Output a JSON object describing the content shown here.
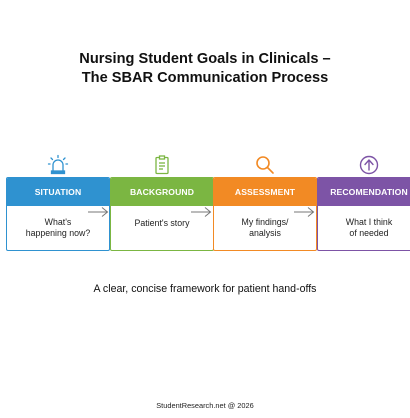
{
  "title_line1": "Nursing Student Goals in Clinicals –",
  "title_line2": "The SBAR Communication Process",
  "steps": [
    {
      "heading": "SITUATION",
      "line1": "What's",
      "line2": "happening now?",
      "color": "#2f92d0",
      "icon": "alarm-siren-icon"
    },
    {
      "heading": "BACKGROUND",
      "line1": "Patient's story",
      "line2": "",
      "color": "#7bb642",
      "icon": "clipboard-icon"
    },
    {
      "heading": "ASSESSMENT",
      "line1": "My findings/",
      "line2": "analysis",
      "color": "#f28a24",
      "icon": "magnifier-icon"
    },
    {
      "heading": "RECOMENDATION",
      "line1": "What I think",
      "line2": "of needed",
      "color": "#7d54a6",
      "icon": "up-arrow-circle-icon"
    }
  ],
  "tagline": "A clear, concise framework for patient hand-offs",
  "footer": "StudentResearch.net @ 2026"
}
